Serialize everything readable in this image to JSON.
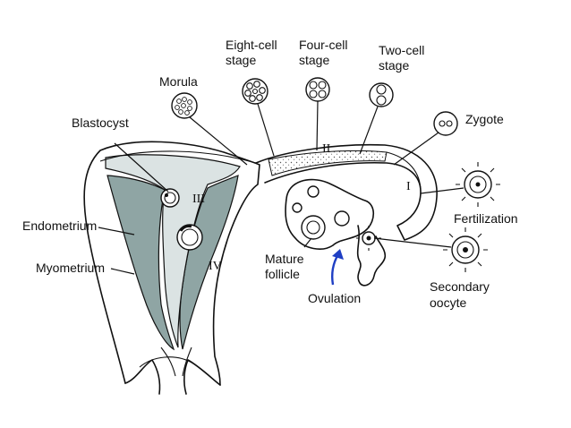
{
  "labels": {
    "eight_cell": [
      "Eight-cell",
      "stage"
    ],
    "four_cell": [
      "Four-cell",
      "stage"
    ],
    "two_cell": [
      "Two-cell",
      "stage"
    ],
    "morula": "Morula",
    "zygote": "Zygote",
    "blastocyst": "Blastocyst",
    "fertilization": "Fertilization",
    "endometrium": "Endometrium",
    "myometrium": "Myometrium",
    "mature_follicle": [
      "Mature",
      "follicle"
    ],
    "ovulation": "Ovulation",
    "secondary_oocyte": [
      "Secondary",
      "oocyte"
    ]
  },
  "stage_markers": {
    "i": "I",
    "ii": "II",
    "iii": "III",
    "iv": "IV"
  },
  "colors": {
    "endometrium_fill": "#8fa5a4",
    "lumen_fill": "#dbe3e3",
    "ovulation_arrow": "#1f3fc4",
    "ink": "#111111"
  }
}
